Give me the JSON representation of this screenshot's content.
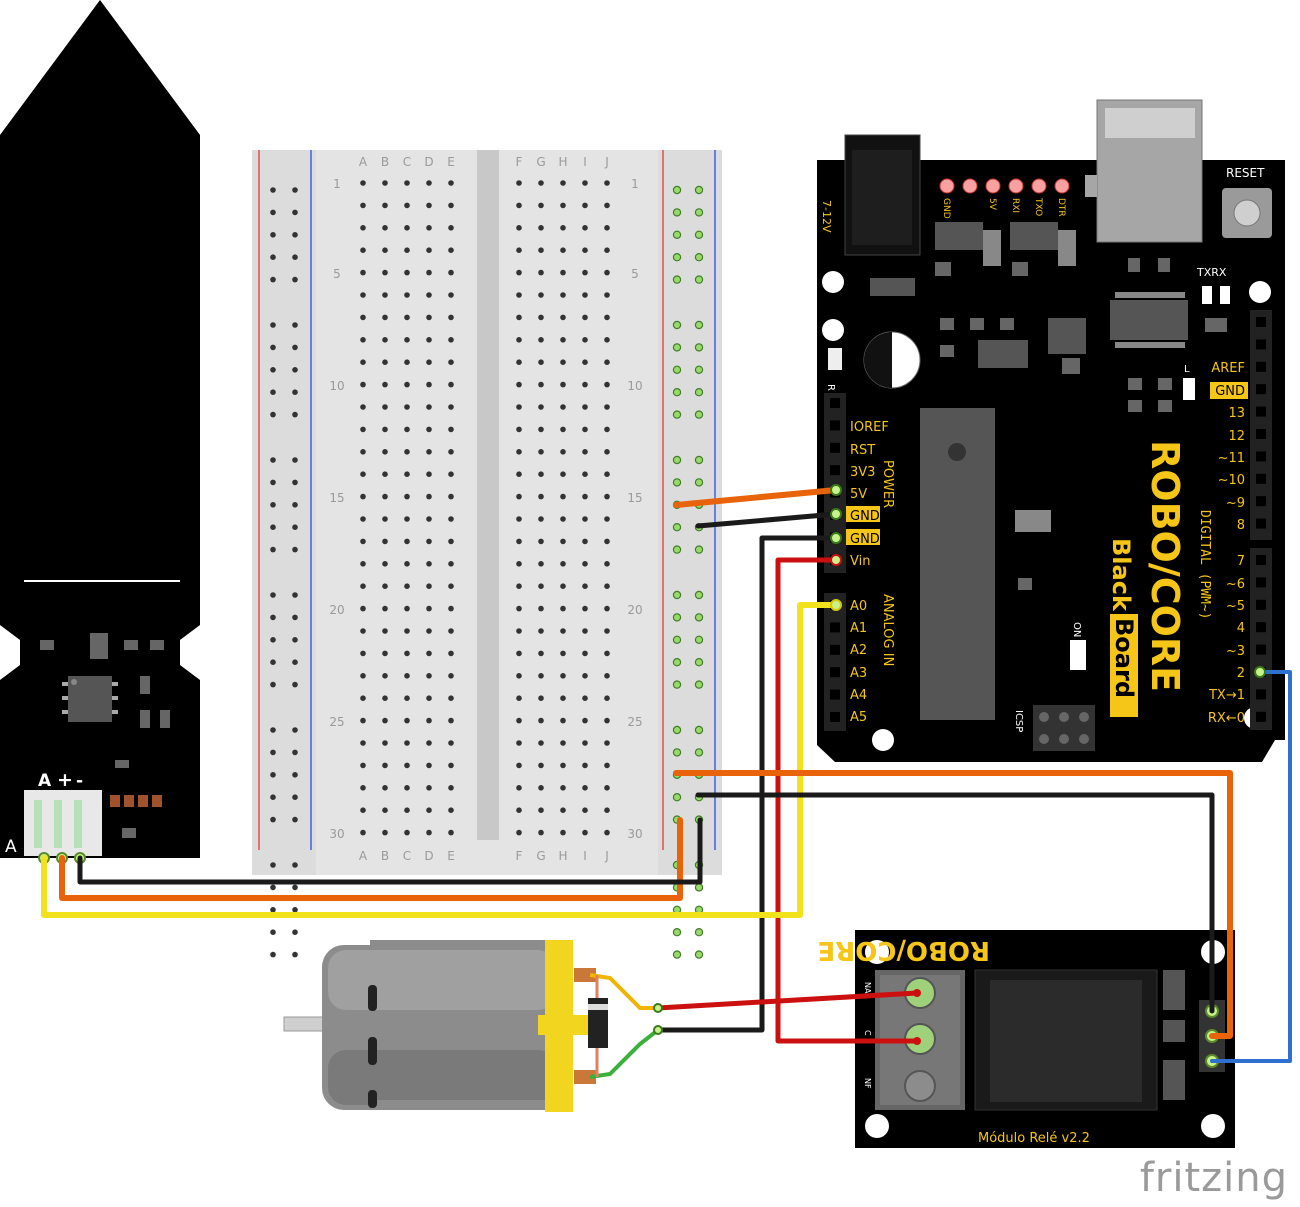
{
  "sensor": {
    "pins": [
      "A",
      "+",
      "-"
    ],
    "side_label": "A"
  },
  "breadboard": {
    "cols_left": [
      "A",
      "B",
      "C",
      "D",
      "E"
    ],
    "cols_right": [
      "F",
      "G",
      "H",
      "I",
      "J"
    ],
    "row_numbers": [
      "1",
      "5",
      "10",
      "15",
      "20",
      "25",
      "30"
    ]
  },
  "arduino": {
    "brand": "ROBO/CORE",
    "model_a": "Black",
    "model_b": "Board",
    "jack_label": "7-12V",
    "reset_label": "RESET",
    "txrx_label": "TXRX",
    "l_label": "L",
    "on_label": "ON",
    "icsp_label": "ICSP",
    "r_label": "R",
    "led_labels": [
      "GND",
      "5V",
      "RXI",
      "TXO",
      "DTR"
    ],
    "power_title": "POWER",
    "power_pins": [
      "IOREF",
      "RST",
      "3V3",
      "5V",
      "GND",
      "GND",
      "Vin"
    ],
    "analog_title": "ANALOG IN",
    "analog_pins": [
      "A0",
      "A1",
      "A2",
      "A3",
      "A4",
      "A5"
    ],
    "digital_title": "DIGITAL (PWM~)",
    "digital_top": [
      "AREF",
      "GND",
      "13",
      "12",
      "~11",
      "~10",
      "~9",
      "8"
    ],
    "digital_bottom": [
      "7",
      "~6",
      "~5",
      "4",
      "~3",
      "2",
      "TX→1",
      "RX←0"
    ]
  },
  "relay": {
    "brand": "ROBO/CORE",
    "label": "Módulo Relé v2.2",
    "terminals": [
      "NA",
      "C",
      "NF"
    ]
  },
  "footer": {
    "brand": "fritzing"
  },
  "colors": {
    "wire_orange": "#e8630a",
    "wire_black": "#1a1a1a",
    "wire_red": "#cc1010",
    "wire_yellow": "#f2e21e",
    "wire_blue": "#2f6fd0",
    "board_black": "#000000",
    "silk_yellow": "#f5c518",
    "motor_gray": "#8c8c8c",
    "motor_yellow": "#f2d51e"
  }
}
